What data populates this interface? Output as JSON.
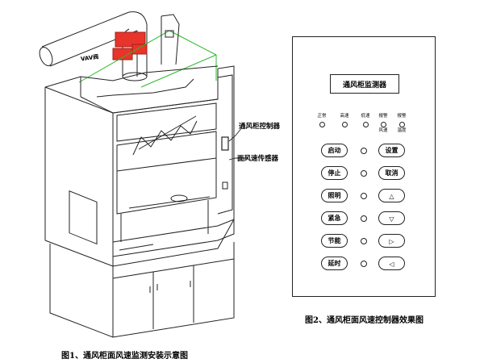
{
  "fig1": {
    "vav_label": "VAV阀",
    "callout_monitor": "通风柜控制器",
    "callout_sensor": "面风速传感器",
    "caption": "图1、通风柜面风速监测安装示意图"
  },
  "fig2": {
    "screen_title": "通风柜监测器",
    "indicators": [
      {
        "label": "正常",
        "sub": ""
      },
      {
        "label": "高速",
        "sub": ""
      },
      {
        "label": "低速",
        "sub": ""
      },
      {
        "label": "报警",
        "sub": "风速"
      },
      {
        "label": "报警",
        "sub": "温度"
      }
    ],
    "left_buttons": [
      "启动",
      "停止",
      "照明",
      "紧急",
      "节能",
      "延时"
    ],
    "right_buttons": [
      "设置",
      "取消",
      "△",
      "▽",
      "▷",
      "◁"
    ],
    "caption": "图2、通风柜面风速控制器效果图"
  },
  "colors": {
    "line": "#222222",
    "green_guide": "#2bb82b",
    "vav_red": "#e8342a"
  }
}
